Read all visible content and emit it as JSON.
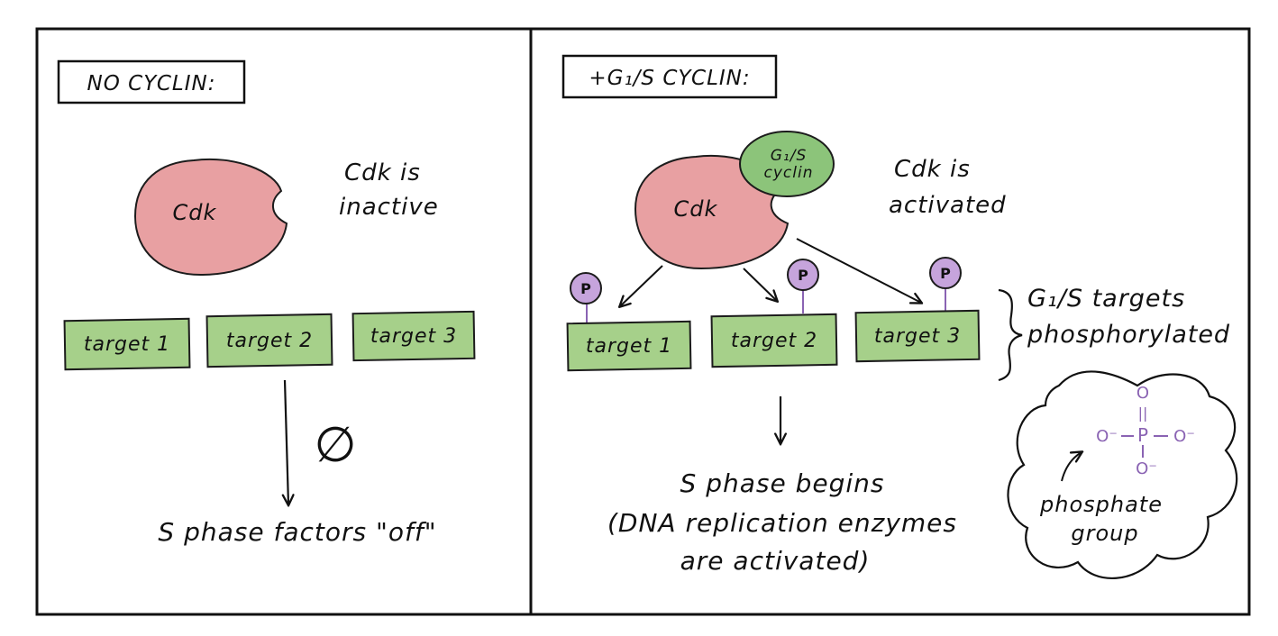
{
  "left_panel": {
    "title": "NO CYCLIN:",
    "enzyme_label": "Cdk",
    "status_lines": [
      "Cdk is",
      "inactive"
    ],
    "targets": [
      "target 1",
      "target 2",
      "target 3"
    ],
    "null_symbol": "∅",
    "outcome": "S phase factors \"off\""
  },
  "right_panel": {
    "title": "+G₁/S CYCLIN:",
    "enzyme_label": "Cdk",
    "cyclin_lines": [
      "G₁/S",
      "cyclin"
    ],
    "status_lines": [
      "Cdk is",
      "activated"
    ],
    "phospho_label": "P",
    "targets": [
      "target 1",
      "target 2",
      "target 3"
    ],
    "brace_lines": [
      "G₁/S targets",
      "phosphorylated"
    ],
    "outcome_lines": [
      "S phase begins",
      "(DNA replication enzymes",
      "are activated)"
    ],
    "phosphate": {
      "top_o": "O",
      "double_bond": "||",
      "center": "P",
      "left_o": "O⁻",
      "right_o": "O⁻",
      "bottom_o": "O⁻",
      "caption_lines": [
        "phosphate",
        "group"
      ]
    }
  },
  "colors": {
    "cdk_fill": "#e8a0a2",
    "cdk_stroke": "#1c1c1c",
    "target_fill": "#a6d08a",
    "cyclin_fill": "#8cc47a",
    "phospho_fill": "#c6a4dc",
    "phosphate_ink": "#8a63b3",
    "ink": "#111111"
  }
}
